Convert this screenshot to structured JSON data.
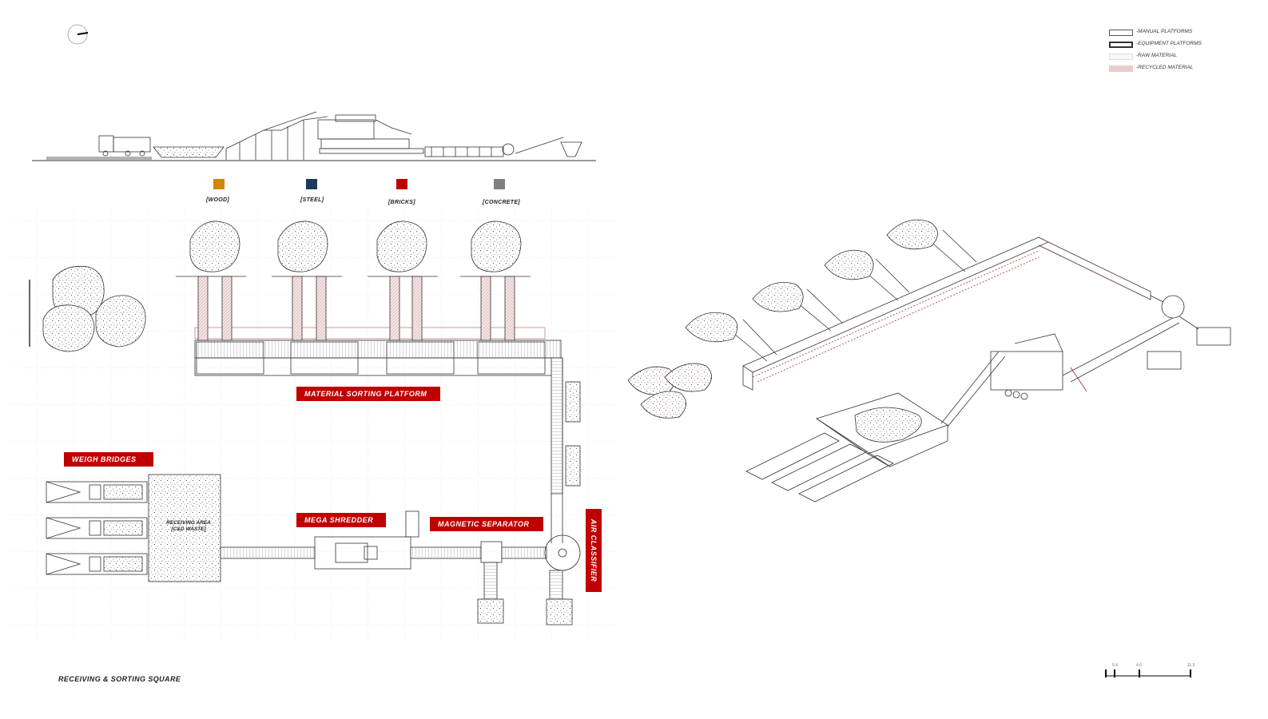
{
  "materials": [
    {
      "name": "[WOOD]",
      "color": "#d4860b"
    },
    {
      "name": "[STEEL]",
      "color": "#1c3a5e"
    },
    {
      "name": "[BRICKS]",
      "color": "#c00000"
    },
    {
      "name": "[CONCRETE]",
      "color": "#808080"
    }
  ],
  "labels": {
    "material_sorting_platform": "MATERIAL SORTING PLATFORM",
    "weigh_bridges": "WEIGH BRIDGES",
    "mega_shredder": "MEGA SHREDDER",
    "magnetic_separator": "MAGNETIC SEPARATOR",
    "air_classifier": "AIR CLASSIFIER",
    "receiving_area_line1": "RECEIVING AREA",
    "receiving_area_line2": "[C&D WASTE]"
  },
  "legend": [
    {
      "text": "-MANUAL PLATFORMS",
      "style": "manual"
    },
    {
      "text": "-EQUIPMENT PLATFORMS",
      "style": "equipment"
    },
    {
      "text": "-RAW MATERIAL",
      "style": "raw"
    },
    {
      "text": "-RECYCLED MATERIAL",
      "style": "recycled"
    }
  ],
  "footer": {
    "title": "RECEIVING & SORTING SQUARE"
  },
  "scale": {
    "ticks": [
      "5.4",
      "4.6",
      "11.5"
    ]
  },
  "colors": {
    "accent_red": "#c00000",
    "line": "#333333",
    "recycled_line": "#a03030"
  }
}
